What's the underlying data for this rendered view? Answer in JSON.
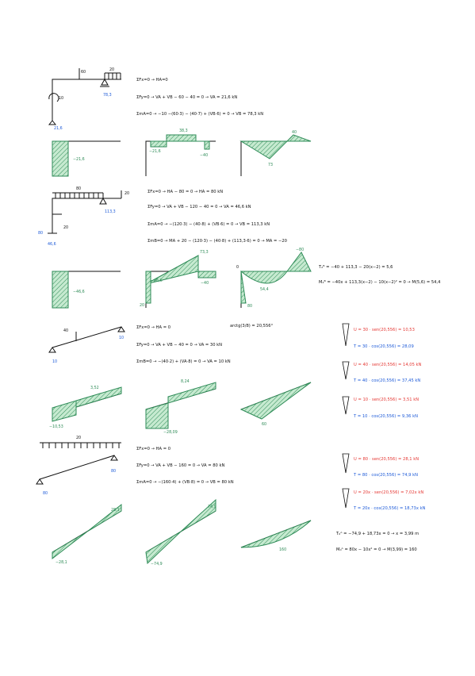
{
  "section1": {
    "labels": {
      "load_60": "60",
      "load_20": "20",
      "moment_10": "10",
      "react_b": "78,3",
      "react_a": "21,6"
    },
    "equations": [
      "ΣFx=0 → HA=0",
      "ΣFy=0 → VA + VB − 60 − 40 = 0 → VA = 21,6 kN",
      "ΣmA=0 → −10 −(60·3) − (40·7) + (VB·6) = 0 → VB = 78,3 kN"
    ],
    "diagram_labels": {
      "n_val": "−21,6",
      "v_top": "38,3",
      "v_left": "−21,6",
      "v_right": "−40",
      "m_top": "40",
      "m_bottom": "73"
    }
  },
  "section2": {
    "labels": {
      "load_80": "80",
      "load_20": "20",
      "react_b": "113,3",
      "react_a": "46,6",
      "ha": "80",
      "ma": "20"
    },
    "equations": [
      "ΣFx=0 → HA − 80 = 0 → HA = 80 kN",
      "ΣFy=0 → VA + VB − 120 − 40 = 0 → VA = 46,6 kN",
      "ΣmA=0 → −(120·3) − (40·8) + (VB·6) = 0 → VB = 113,3 kN",
      "ΣmB=0 → MA + 20 − (120·3) − (40·8) + (113,3·6) = 0 → MA = −20"
    ],
    "diagram_labels": {
      "n_val": "−46,6",
      "v_top": "73,3",
      "v_left": "−46,6",
      "v_right": "−40",
      "v_bottom": "20",
      "m_left": "0",
      "m_top": "−80",
      "m_mid": "54,4",
      "m_bottom": "80"
    },
    "side_eqs": [
      "T₂ᴮ = −40 + 113,3 − 20(x−2) = 5,6",
      "M₂ᴮ = −40x + 113,3(x−2) − 10(x−2)² = 0 → M(5,6) = 54,4"
    ]
  },
  "section3": {
    "labels": {
      "react_a": "10",
      "react_b": "10",
      "load_40": "40"
    },
    "equations": [
      "ΣFx=0 → HA = 0",
      "ΣFy=0 → VA + VB − 40 = 0 → VA = 30 kN",
      "ΣmB=0 → −(40·2) + (VA·8) = 0 → VA = 10 kN"
    ],
    "angle": "arctg(3/8) = 20,556°",
    "diagram_labels": {
      "n_val": "−10,53",
      "n_top": "3,52",
      "v_top": "8,24",
      "v_bottom": "−28,09",
      "m_val": "60"
    },
    "side": [
      {
        "red": "U = 30 · sen(20,556) = 10,53",
        "blue": "T = 30 · cos(20,556) = 28,09"
      },
      {
        "red": "U = 40 · sen(20,556) = 14,05 kN",
        "blue": "T = 40 · cos(20,556) = 37,45 kN"
      },
      {
        "red": "U = 10 · sen(20,556) = 3,51 kN",
        "blue": "T = 10 · cos(20,556) = 9,36 kN"
      }
    ]
  },
  "section4": {
    "labels": {
      "load_20": "20",
      "react_a": "80",
      "react_b": "80"
    },
    "equations": [
      "ΣFx=0 → HA = 0",
      "ΣFy=0 → VA + VB − 160 = 0 → VA = 80 kN",
      "ΣmA=0 → −(160·4) + (VB·8) = 0 → VB = 80 kN"
    ],
    "diagram_labels": {
      "n_top": "28,1",
      "n_bottom": "−28,1",
      "v_top": "74,9",
      "v_bottom": "−74,9",
      "m_val": "160"
    },
    "side": [
      {
        "red": "U = 80 · sen(20,556) = 28,1 kN",
        "blue": "T = 80 · cos(20,556) = 74,9 kN"
      },
      {
        "red": "U = 20x · sen(20,556) = 7,02x kN",
        "blue": "T = 20x · cos(20,556) = 18,73x kN"
      }
    ],
    "final": [
      "T₀ᴬ = −74,9 + 18,73x = 0 → x = 3,99 m",
      "M₀ᴬ = 80x − 10x² = 0 → M(3,99) = 160"
    ]
  },
  "colors": {
    "ink": "#111111",
    "hatch": "#2e8b57",
    "fill": "#b7e4c2",
    "red": "#e53935",
    "blue": "#1e5bd8"
  }
}
